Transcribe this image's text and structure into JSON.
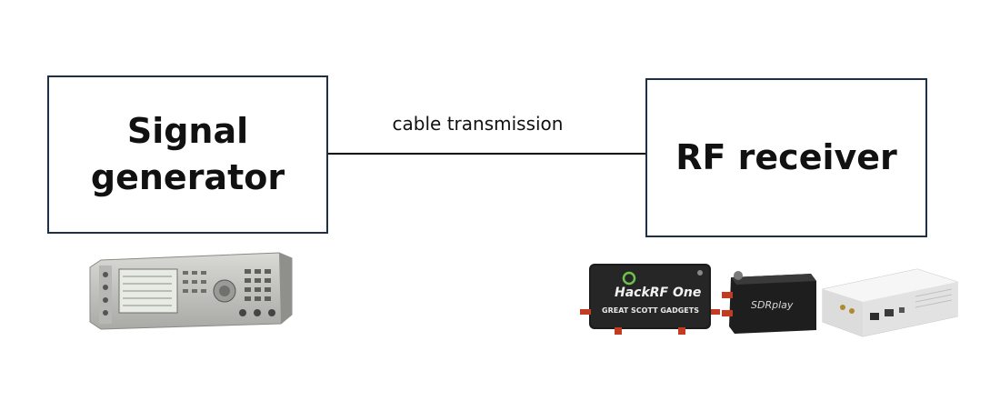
{
  "nodes": {
    "source": {
      "line1": "Signal",
      "line2": "generator"
    },
    "sink": {
      "label": "RF receiver"
    }
  },
  "edge": {
    "label": "cable transmission"
  },
  "photos": {
    "signal_generator": {
      "icon": "signal-generator-device"
    },
    "hackrf": {
      "icon": "hackrf-one-device",
      "brand": "HackRF One",
      "maker": "GREAT SCOTT GADGETS"
    },
    "sdrplay": {
      "icon": "sdrplay-device",
      "brand": "SDRplay"
    },
    "usrp": {
      "icon": "usrp-device"
    }
  },
  "colors": {
    "box_border": "#1f2f45",
    "connector": "#000000",
    "device_dark": "#1c1c1c",
    "sma_connector": "#c23b22"
  }
}
